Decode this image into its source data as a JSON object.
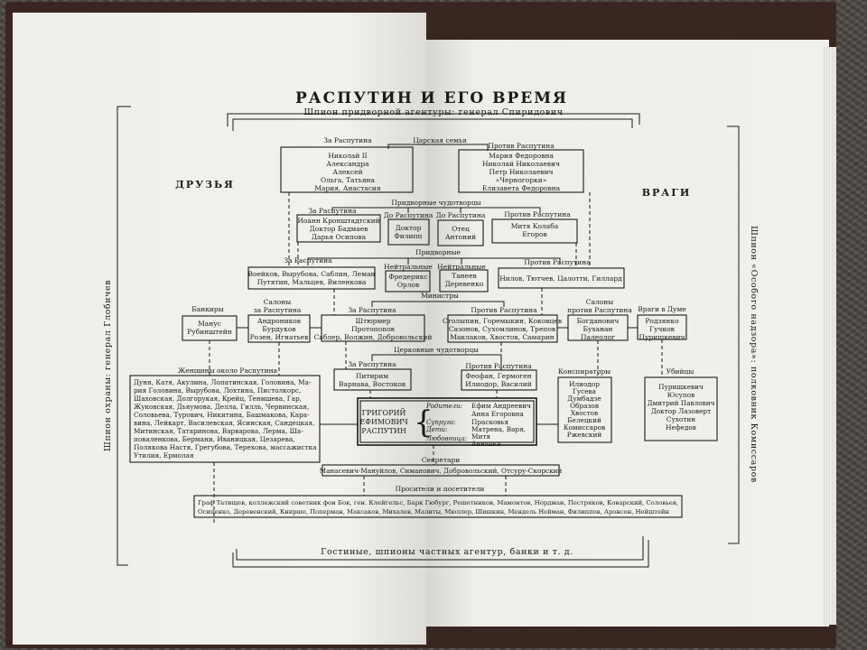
{
  "title": "РАСПУТИН И ЕГО ВРЕМЯ",
  "top_spy": "Шпион придворной агентуры: генерал Спиридович",
  "left_spy": "Шпион охраны: генерал Глобичев",
  "right_spy": "Шпион «Особого надзора»: полковник Комиссаров",
  "bottom_caption": "Гостиные, шпионы частных агентур, банки и т. д.",
  "friends": "ДРУЗЬЯ",
  "enemies": "ВРАГИ",
  "royal": {
    "label": "Царская семья",
    "for_label": "За Распутина",
    "for": [
      "Николай II",
      "Александра",
      "Алексей",
      "Ольга, Татьяна",
      "Мария, Анастасия"
    ],
    "against_label": "Против Распутина",
    "against": [
      "Мария Федоровна",
      "Николай Николаевич",
      "Петр Николаевич",
      "«Черногорки»",
      "Елизавета Федоровна"
    ]
  },
  "healers": {
    "label": "Придворные чудотворцы",
    "for_label": "За Распутина",
    "for": [
      "Иоанн Кронштадтский",
      "Доктор Бадмаев",
      "Дарья Осипова"
    ],
    "until1_label": "До Распутина",
    "until1": [
      "Доктор",
      "Филипп"
    ],
    "until2_label": "До Распутина",
    "until2": [
      "Отец",
      "Антоний"
    ],
    "against_label": "Против Распутина",
    "against": [
      "Митя Колаба",
      "Егоров"
    ]
  },
  "courtiers": {
    "label": "Придворные",
    "for_label": "За Распутина",
    "for": [
      "Воейков, Вырубова, Саблин, Леман",
      "Путятин, Мальцев, Виленкова"
    ],
    "neutral1_label": "Нейтральные",
    "neutral1": [
      "Фредерикс",
      "Орлов"
    ],
    "neutral2_label": "Нейтральные",
    "neutral2": [
      "Танеев",
      "Деревенко"
    ],
    "against_label": "Против Распутина",
    "against": [
      "Нилов, Тютчев, Цалотти, Гиллард"
    ]
  },
  "ministers": {
    "label": "Министры",
    "bankers_label": "Банкиры",
    "bankers": [
      "Манус",
      "Рубинштейн"
    ],
    "salons_for_label": [
      "Салоны",
      "за Распутина"
    ],
    "salons_for": [
      "Андроников",
      "Бурдуков",
      "Розен, Игнатьев"
    ],
    "for_label": "За Распутина",
    "for": [
      "Штюрмер",
      "Протопопов",
      "Саблер, Волжин, Добровольский"
    ],
    "against_label": "Против Распутина",
    "against": [
      "Столыпин, Горемыкин, Коковцев",
      "Сазонов, Сухомлинов, Трепов",
      "Маклаков, Хвостов, Самарин"
    ],
    "salons_against_label": [
      "Салоны",
      "против Распутина"
    ],
    "salons_against": [
      "Богданович",
      "Буханан",
      "Палеолог"
    ],
    "duma_label": "Враги в Думе",
    "duma": [
      "Родзянко",
      "Гучков",
      "Пуришкевич"
    ]
  },
  "church": {
    "label": "Церковные чудотворцы",
    "for_label": "За Распутина",
    "for": [
      "Питирим",
      "Варнава, Востоков"
    ],
    "against_label": "Против Распутина",
    "against": [
      "Феофан, Гермоген",
      "Илиодор, Василий"
    ]
  },
  "women": {
    "label": "Женщины около Распутина",
    "lines": [
      "Дуня, Катя, Акулина, Лопатинская, Головина, Ма-",
      "рия Головина, Вырубова, Лохтина, Пистолкорс,",
      "Шаховская, Долгорукая, Крейц, Тенишева, Гар,",
      "Жуковская, Дьяумова, Делла, Гилль, Червинская,",
      "Соловьева, Турович, Никитина, Башмакова, Кара-",
      "вина, Лейкарт, Василевская, Ясинская, Сандецкая,",
      "Митинская, Татаринова, Варварова, Лерма, Ша-",
      "поваленкова, Бермани, Иваницкая, Цезарева,",
      "Полякова Настя, Грегубова, Терехова, массажистка",
      "Утилия, Ермолая"
    ]
  },
  "rasputin": {
    "name": [
      "ГРИГОРИЙ",
      "ЕФИМОВИЧ",
      "РАСПУТИН"
    ],
    "parents_label": "Родители:",
    "parents": [
      "Ефим Андреевич",
      "Анна Егоровна"
    ],
    "wife_label": "Супруга:",
    "wife": "Прасковья",
    "children_label": "Дети:",
    "children": [
      "Матрена, Варя,",
      "Митя"
    ],
    "mistress_label": "Любовница:",
    "mistress": "Анюшка"
  },
  "conspirators": {
    "label": "Конспираторы",
    "names": [
      "Илиодор",
      "Гусева",
      "Думбадзе",
      "Образов",
      "Хвостов",
      "Белецкий",
      "Комиссаров",
      "Ржевский"
    ]
  },
  "killers": {
    "label": "Убийцы",
    "names": [
      "Пуришкевич",
      "Юсупов",
      "Дмитрий Павлович",
      "Доктор Лазоверт",
      "Сухотин",
      "Нефедов"
    ]
  },
  "secretaries": {
    "label": "Секретари",
    "names": "Манасевич-Мануйлов, Симанович, Добровольский, Отсуру-Скорский"
  },
  "visitors": {
    "label": "Просители и посетители",
    "lines": [
      "Граф Татищев, коллежский советник фон Бок, ген. Клейгельс, Барк Гюбург, Решетников, Мамонтов, Нордман, Пестряков, Коварский, Соловьев,",
      "Осипенко, Деревенский, Книрше, Поперман, Максаков, Михалев, Малиты, Мюллер, Шишкин, Мендель Нейман, Филиппов, Аронсон, Нейштейн"
    ]
  }
}
